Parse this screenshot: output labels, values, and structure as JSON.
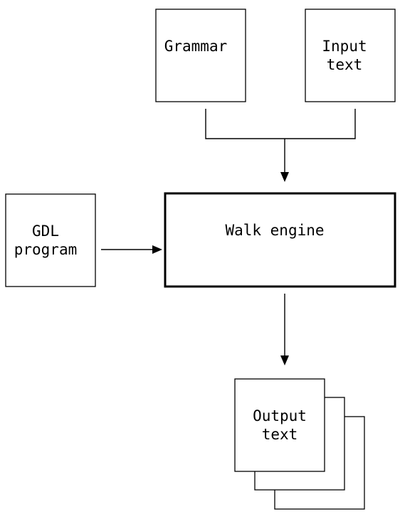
{
  "diagram": {
    "nodes": {
      "grammar": {
        "lines": [
          "Grammar"
        ]
      },
      "input_text": {
        "lines": [
          "Input",
          "text"
        ]
      },
      "gdl_program": {
        "lines": [
          "GDL",
          "program"
        ]
      },
      "walk_engine": {
        "lines": [
          "Walk engine"
        ]
      },
      "output_text": {
        "lines": [
          "Output",
          "text"
        ]
      }
    },
    "edges": [
      {
        "from": "grammar",
        "to": "walk_engine"
      },
      {
        "from": "input_text",
        "to": "walk_engine"
      },
      {
        "from": "gdl_program",
        "to": "walk_engine"
      },
      {
        "from": "walk_engine",
        "to": "output_text"
      }
    ]
  }
}
